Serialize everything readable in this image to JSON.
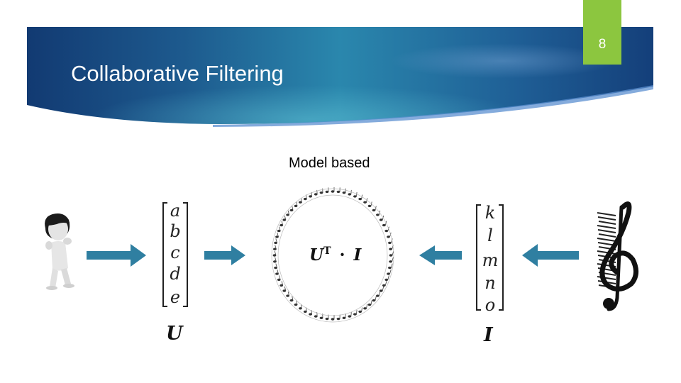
{
  "slide": {
    "page_number": "8",
    "title": "Collaborative Filtering",
    "subtitle": "Model based"
  },
  "user_vector": {
    "entries": [
      "a",
      "b",
      "c",
      "d",
      "e"
    ],
    "label": "U"
  },
  "item_vector": {
    "entries": [
      "k",
      "l",
      "m",
      "n",
      "o"
    ],
    "label": "I"
  },
  "formula": {
    "left": "U",
    "transpose": "T",
    "operator": "·",
    "right": "I"
  },
  "colors": {
    "banner_dark": "#123a72",
    "banner_mid": "#1f6c9c",
    "banner_light": "#3aa0bf",
    "page_tab": "#8cc63f",
    "arrow": "#2f7fa1"
  },
  "icons": {
    "person": "person-icon",
    "music_ring": "music-notes-ring-icon",
    "clef": "treble-clef-icon"
  }
}
